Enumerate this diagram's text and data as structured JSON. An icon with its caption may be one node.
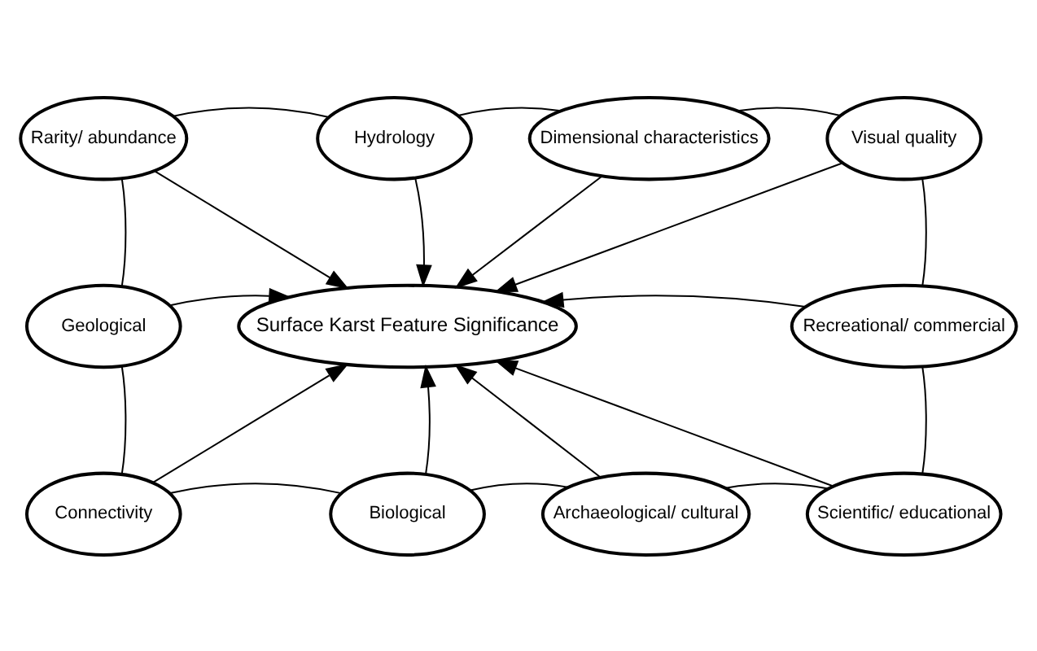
{
  "diagram": {
    "nodes": [
      {
        "text": [
          "Rarity/ abundance"
        ]
      },
      {
        "text": [
          "Hydrology"
        ]
      },
      {
        "text": [
          "Dimensional characteristics"
        ]
      },
      {
        "text": [
          "Visual quality"
        ]
      },
      {
        "text": [
          "Geological"
        ]
      },
      {
        "text": [
          "Surface Karst Feature Significance"
        ]
      },
      {
        "text": [
          "Recreational/ commercial"
        ]
      },
      {
        "text": [
          "Connectivity"
        ]
      },
      {
        "text": [
          "Biological"
        ]
      },
      {
        "text": [
          "Archaeological/ cultural"
        ]
      },
      {
        "text": [
          "Scientific/ educational"
        ]
      }
    ],
    "edges": [
      {
        "from": 0,
        "to": 1,
        "arrow": "none"
      },
      {
        "from": 1,
        "to": 2,
        "arrow": "none"
      },
      {
        "from": 2,
        "to": 3,
        "arrow": "none"
      },
      {
        "from": 0,
        "to": 4,
        "arrow": "none"
      },
      {
        "from": 3,
        "to": 6,
        "arrow": "none"
      },
      {
        "from": 4,
        "to": 7,
        "arrow": "none"
      },
      {
        "from": 6,
        "to": 10,
        "arrow": "none"
      },
      {
        "from": 7,
        "to": 8,
        "arrow": "none"
      },
      {
        "from": 8,
        "to": 9,
        "arrow": "none"
      },
      {
        "from": 9,
        "to": 10,
        "arrow": "none"
      },
      {
        "from": 0,
        "to": 5,
        "arrow": "to"
      },
      {
        "from": 1,
        "to": 5,
        "arrow": "to"
      },
      {
        "from": 2,
        "to": 5,
        "arrow": "to"
      },
      {
        "from": 3,
        "to": 5,
        "arrow": "to"
      },
      {
        "from": 4,
        "to": 5,
        "arrow": "to"
      },
      {
        "from": 6,
        "to": 5,
        "arrow": "to"
      },
      {
        "from": 7,
        "to": 5,
        "arrow": "to"
      },
      {
        "from": 8,
        "to": 5,
        "arrow": "to"
      },
      {
        "from": 9,
        "to": 5,
        "arrow": "to"
      },
      {
        "from": 10,
        "to": 5,
        "arrow": "to"
      }
    ]
  }
}
